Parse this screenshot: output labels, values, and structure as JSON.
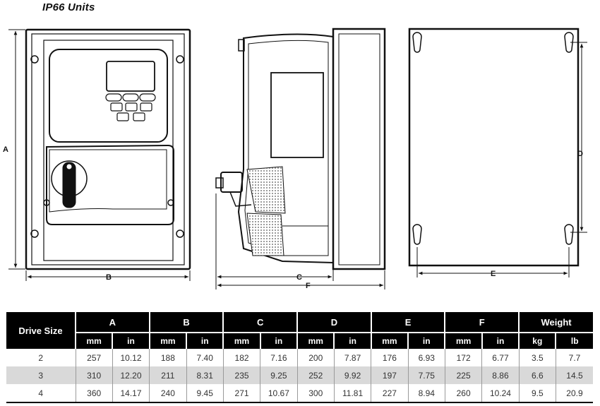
{
  "title": "IP66 Units",
  "dimension_letters": {
    "A": "A",
    "B": "B",
    "C": "C",
    "D": "D",
    "E": "E",
    "F": "F"
  },
  "table": {
    "drive_size_header": "Drive Size",
    "groups": [
      "A",
      "B",
      "C",
      "D",
      "E",
      "F",
      "Weight"
    ],
    "units": [
      "mm",
      "in",
      "mm",
      "in",
      "mm",
      "in",
      "mm",
      "in",
      "mm",
      "in",
      "mm",
      "in",
      "kg",
      "lb"
    ],
    "rows": [
      {
        "size": "2",
        "values": [
          "257",
          "10.12",
          "188",
          "7.40",
          "182",
          "7.16",
          "200",
          "7.87",
          "176",
          "6.93",
          "172",
          "6.77",
          "3.5",
          "7.7"
        ]
      },
      {
        "size": "3",
        "values": [
          "310",
          "12.20",
          "211",
          "8.31",
          "235",
          "9.25",
          "252",
          "9.92",
          "197",
          "7.75",
          "225",
          "8.86",
          "6.6",
          "14.5"
        ]
      },
      {
        "size": "4",
        "values": [
          "360",
          "14.17",
          "240",
          "9.45",
          "271",
          "10.67",
          "300",
          "11.81",
          "227",
          "8.94",
          "260",
          "10.24",
          "9.5",
          "20.9"
        ]
      }
    ]
  }
}
